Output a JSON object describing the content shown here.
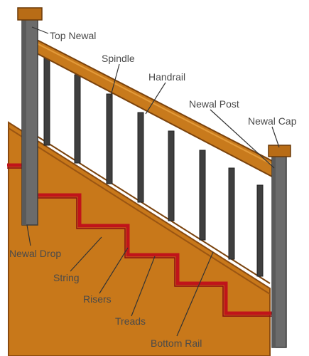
{
  "labels": {
    "top_newal": "Top Newal",
    "spindle": "Spindle",
    "handrail": "Handrail",
    "newal_post": "Newal Post",
    "newal_cap": "Newal Cap",
    "newal_drop": "Newal Drop",
    "string": "String",
    "risers": "Risers",
    "treads": "Treads",
    "bottom_rail": "Bottom Rail"
  },
  "colors": {
    "string_fill": "#c8781a",
    "string_edge": "#8a4a0e",
    "handrail": "#c87a1c",
    "handrail_edge": "#7a420c",
    "post": "#6b6b6b",
    "post_edge": "#3c3c3c",
    "cap": "#b86c16",
    "spindle": "#3f3f3f",
    "steps": "#c0141a",
    "leader": "#333333",
    "text": "#4a4a4a"
  }
}
